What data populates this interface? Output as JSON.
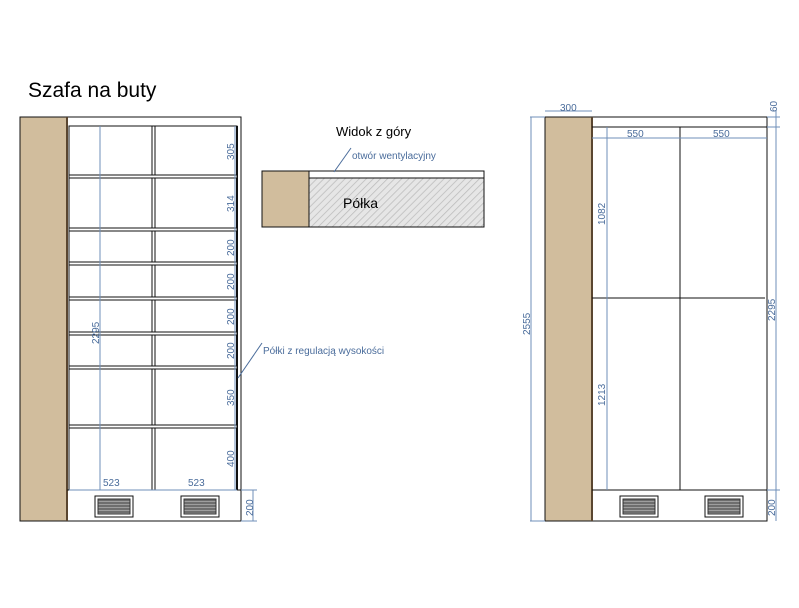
{
  "title": "Szafa na buty",
  "colors": {
    "panel": "#d1bd9d",
    "dimension": "#4a6c9b",
    "vent": "#777777"
  },
  "front_view": {
    "shelf_heights": [
      "305",
      "314",
      "200",
      "200",
      "200",
      "200",
      "350",
      "400"
    ],
    "total_height": "2295",
    "compartment_widths": [
      "523",
      "523"
    ],
    "plinth_height": "200"
  },
  "top_view": {
    "title": "Widok z góry",
    "vent_label": "otwór wentylacyjny",
    "shelf_label": "Półka"
  },
  "shelf_note": "Półki z regulacją wysokości",
  "side_view": {
    "panel_width": "300",
    "top_height": "60",
    "door_widths": [
      "550",
      "550"
    ],
    "upper_door": "1082",
    "lower_door": "1213",
    "body_height": "2295",
    "total_height": "2555",
    "plinth_height": "200"
  }
}
